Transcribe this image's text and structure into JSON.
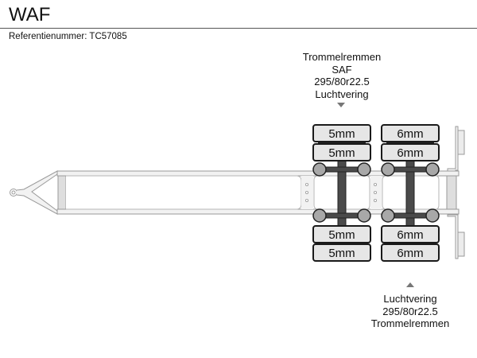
{
  "header": {
    "title": "WAF",
    "reference": "Referentienummer: TC57085"
  },
  "axle_labels": {
    "top": [
      "Trommelremmen",
      "SAF",
      "295/80r22.5",
      "Luchtvering"
    ],
    "bottom": [
      "Luchtvering",
      "295/80r22.5",
      "Trommelremmen"
    ]
  },
  "axles": [
    {
      "name": "axle-1",
      "tires": {
        "top_outer": "5mm",
        "top_inner": "5mm",
        "bottom_inner": "5mm",
        "bottom_outer": "5mm"
      }
    },
    {
      "name": "axle-2",
      "tires": {
        "top_outer": "6mm",
        "top_inner": "6mm",
        "bottom_inner": "6mm",
        "bottom_outer": "6mm"
      }
    }
  ],
  "colors": {
    "frame_stroke": "#9a9a9a",
    "frame_fill": "#f2f2f2",
    "crossmember_fill": "#dedede",
    "tire_fill": "#e6e6e6",
    "tire_stroke": "#1a1a1a",
    "hub_fill": "#a8a8a8",
    "axle_fill": "#4a4a4a",
    "arrow": "#777777"
  }
}
